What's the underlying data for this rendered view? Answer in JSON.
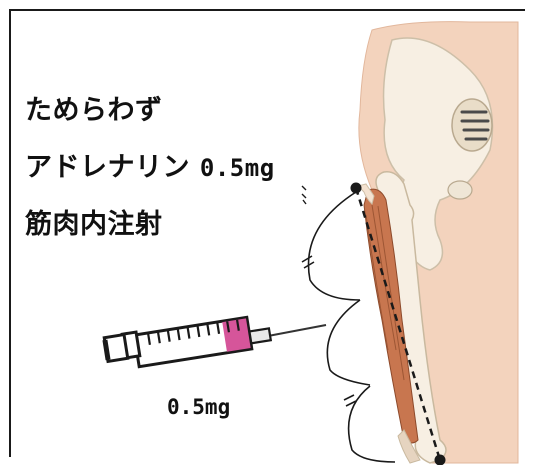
{
  "instructions": {
    "line1": "ためらわず",
    "line2_prefix": "アドレナリン",
    "line2_dose": "0.5mg",
    "line3": "筋肉内注射"
  },
  "syringe_label": "0.5mg",
  "colors": {
    "skin": "#f3d3bd",
    "bone": "#f7efe3",
    "muscle": "#c8764f",
    "plunger": "#d6559a",
    "outline": "#1a1a1a"
  },
  "icons": [
    "syringe-icon",
    "thigh-illustration",
    "femur-bone",
    "quadriceps-muscle",
    "injection-point"
  ]
}
